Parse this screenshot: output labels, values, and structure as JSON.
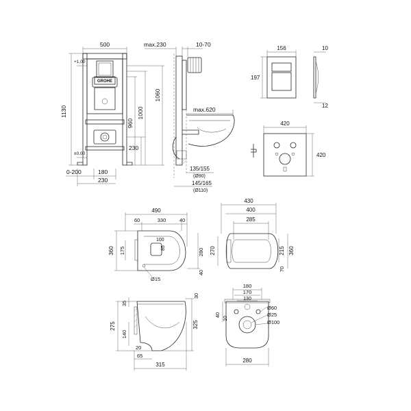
{
  "drawing": {
    "frame": {
      "w500": "500",
      "h1130": "1130",
      "h_plus": "+1,00",
      "h_zero": "±0,00",
      "h1060": "1060",
      "h1000": "1000",
      "h960": "960",
      "h230": "230",
      "w0_200": "0-200",
      "w180": "180",
      "w230": "230"
    },
    "side": {
      "max230": "max.230",
      "r10_70": "10-70",
      "max620": "max.620",
      "d135_155": "135/155",
      "d90": "(Ø90)",
      "d145_165": "145/165",
      "d110": "(Ø110)"
    },
    "plate": {
      "w156": "156",
      "h197": "197",
      "t10": "10",
      "t12": "12"
    },
    "mat": {
      "w420": "420",
      "h420": "420"
    },
    "bowl_top": {
      "w490": "490",
      "w60": "60",
      "w330": "330",
      "w40": "40",
      "h360": "360",
      "h175": "175",
      "h280": "280",
      "h40": "40",
      "w100": "100",
      "w85": "85",
      "d15": "Ø15"
    },
    "seat": {
      "w430": "430",
      "w400": "400",
      "w285": "285",
      "h270": "270",
      "h215": "215",
      "h360": "360",
      "h70": "70"
    },
    "bowl_side": {
      "h35": "35",
      "h30": "30",
      "h275": "275",
      "h140": "140",
      "h325": "325",
      "h20": "20",
      "w65": "65",
      "w315": "315"
    },
    "bowl_back": {
      "w180": "180",
      "w170": "170",
      "w130": "130",
      "d60": "Ø60",
      "d25": "Ø25",
      "d100": "Ø100",
      "h40": "40",
      "h10": "10",
      "w280": "280"
    }
  }
}
